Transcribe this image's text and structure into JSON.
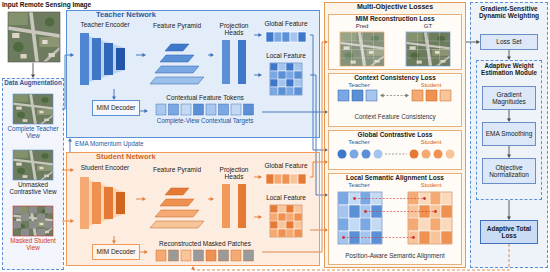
{
  "diagram": {
    "nodes": [
      {
        "text": [
          "Input Remote Sensing Image"
        ]
      },
      {
        "text": [
          "Data Augmentation"
        ]
      },
      {
        "text": [
          "Complete Teacher View"
        ],
        "in": 1
      },
      {
        "text": [
          "Unmasked Contrastive View"
        ],
        "in": 1
      },
      {
        "text": [
          "Masked Student View"
        ],
        "in": 1
      },
      {
        "text": [
          "Teacher Network"
        ]
      },
      {
        "text": [
          "Teacher Encoder"
        ],
        "in": 5
      },
      {
        "text": [
          "Feature Pyramid"
        ],
        "in": 5
      },
      {
        "text": [
          "Projection Heads"
        ],
        "in": 5
      },
      {
        "text": [
          "Global Feature"
        ],
        "in": 5
      },
      {
        "text": [
          "Local Feature"
        ],
        "in": 5
      },
      {
        "text": [
          "MIM Decoder"
        ],
        "in": 5
      },
      {
        "text": [
          "Contextual Feature Tokens",
          "Complete-View Contextual Targets"
        ],
        "in": 5
      },
      {
        "text": [
          "Student Network"
        ]
      },
      {
        "text": [
          "Student Encoder"
        ],
        "in": 13
      },
      {
        "text": [
          "Feature Pyramid"
        ],
        "in": 13
      },
      {
        "text": [
          "Projection Heads"
        ],
        "in": 13
      },
      {
        "text": [
          "Global Feature"
        ],
        "in": 13
      },
      {
        "text": [
          "Local Feature"
        ],
        "in": 13
      },
      {
        "text": [
          "MIM Decoder"
        ],
        "in": 13
      },
      {
        "text": [
          "Reconstructed Masked Patches"
        ],
        "in": 13
      },
      {
        "text": [
          "Multi-Objective Losses"
        ]
      },
      {
        "text": [
          "MIM Reconstruction Loss",
          "Pred",
          "GT"
        ],
        "in": 21
      },
      {
        "text": [
          "Context Consistency Loss",
          "Teacher",
          "Student",
          "Context Feature Consistency"
        ],
        "in": 21
      },
      {
        "text": [
          "Global Contrastive Loss",
          "Teacher",
          "Student"
        ],
        "in": 21
      },
      {
        "text": [
          "Local Semantic Alignment Loss",
          "Teacher",
          "Student",
          "Position-Aware Semantic Alignment"
        ],
        "in": 21
      },
      {
        "text": [
          "Gradient-Sensitive Dynamic Weighting"
        ]
      },
      {
        "text": [
          "Loss Set"
        ],
        "in": 26
      },
      {
        "text": [
          "Adaptive Weight Estimation Module"
        ],
        "in": 26
      },
      {
        "text": [
          "Gradient Magnitudes"
        ],
        "in": 28
      },
      {
        "text": [
          "EMA Smoothing"
        ],
        "in": 28
      },
      {
        "text": [
          "Objective Normalization"
        ],
        "in": 28
      },
      {
        "text": [
          "Adaptive Total Loss"
        ],
        "in": 26
      }
    ],
    "edges": [
      {
        "from": 0,
        "to": 1,
        "arrow": "to"
      },
      {
        "from": 2,
        "to": 6,
        "arrow": "to"
      },
      {
        "from": 3,
        "to": 14,
        "arrow": "to"
      },
      {
        "from": 4,
        "to": 14,
        "arrow": "to"
      },
      {
        "from": 6,
        "to": 7,
        "arrow": "to"
      },
      {
        "from": 7,
        "to": 8,
        "arrow": "to"
      },
      {
        "from": 8,
        "to": 9,
        "arrow": "to"
      },
      {
        "from": 8,
        "to": 10,
        "arrow": "to"
      },
      {
        "from": 6,
        "to": 11,
        "arrow": "to"
      },
      {
        "from": 11,
        "to": 12,
        "arrow": "to"
      },
      {
        "from": 14,
        "to": 15,
        "arrow": "to"
      },
      {
        "from": 15,
        "to": 16,
        "arrow": "to"
      },
      {
        "from": 16,
        "to": 17,
        "arrow": "to"
      },
      {
        "from": 16,
        "to": 18,
        "arrow": "to"
      },
      {
        "from": 14,
        "to": 19,
        "arrow": "to"
      },
      {
        "from": 19,
        "to": 20,
        "arrow": "to"
      },
      {
        "from": 13,
        "to": 5,
        "label": "EMA Momentum Update",
        "arrow": "to"
      },
      {
        "from": 12,
        "to": 23,
        "arrow": "to"
      },
      {
        "from": 9,
        "to": 24,
        "arrow": "to"
      },
      {
        "from": 10,
        "to": 25,
        "arrow": "to"
      },
      {
        "from": 20,
        "to": 22,
        "arrow": "to"
      },
      {
        "from": 17,
        "to": 24,
        "arrow": "to"
      },
      {
        "from": 18,
        "to": 25,
        "arrow": "to"
      },
      {
        "from": 21,
        "to": 27,
        "arrow": "to"
      },
      {
        "from": 27,
        "to": 28,
        "arrow": "to"
      },
      {
        "from": 29,
        "to": 30,
        "arrow": "to"
      },
      {
        "from": 30,
        "to": 31,
        "arrow": "to"
      },
      {
        "from": 28,
        "to": 32,
        "arrow": "to"
      },
      {
        "from": 32,
        "to": 13,
        "arrow": "to"
      }
    ]
  }
}
